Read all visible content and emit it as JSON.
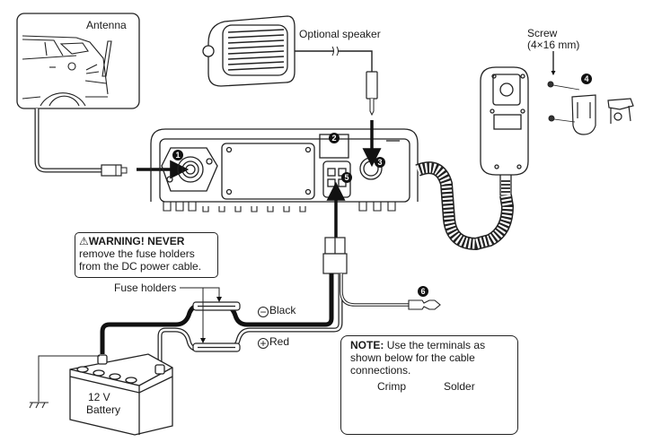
{
  "labels": {
    "antenna": "Antenna",
    "optional_speaker": "Optional speaker",
    "screw_line1": "Screw",
    "screw_line2": "(4×16 mm)",
    "fuse_holders": "Fuse holders",
    "black": "Black",
    "red": "Red",
    "battery_voltage": "12 V",
    "battery": "Battery"
  },
  "warning": {
    "icon": "warning-triangle-icon",
    "icon_glyph": "⚠",
    "title": "WARNING! NEVER",
    "line2": "remove the fuse holders",
    "line3": "from the DC power cable."
  },
  "note": {
    "title": "NOTE:",
    "line1": "Use the terminals as",
    "line2": "shown below for the cable",
    "line3": "connections.",
    "crimp": "Crimp",
    "solder": "Solder"
  },
  "symbols": {
    "minus": "−",
    "plus": "+"
  },
  "callouts": [
    "1",
    "2",
    "3",
    "4",
    "5",
    "6"
  ]
}
